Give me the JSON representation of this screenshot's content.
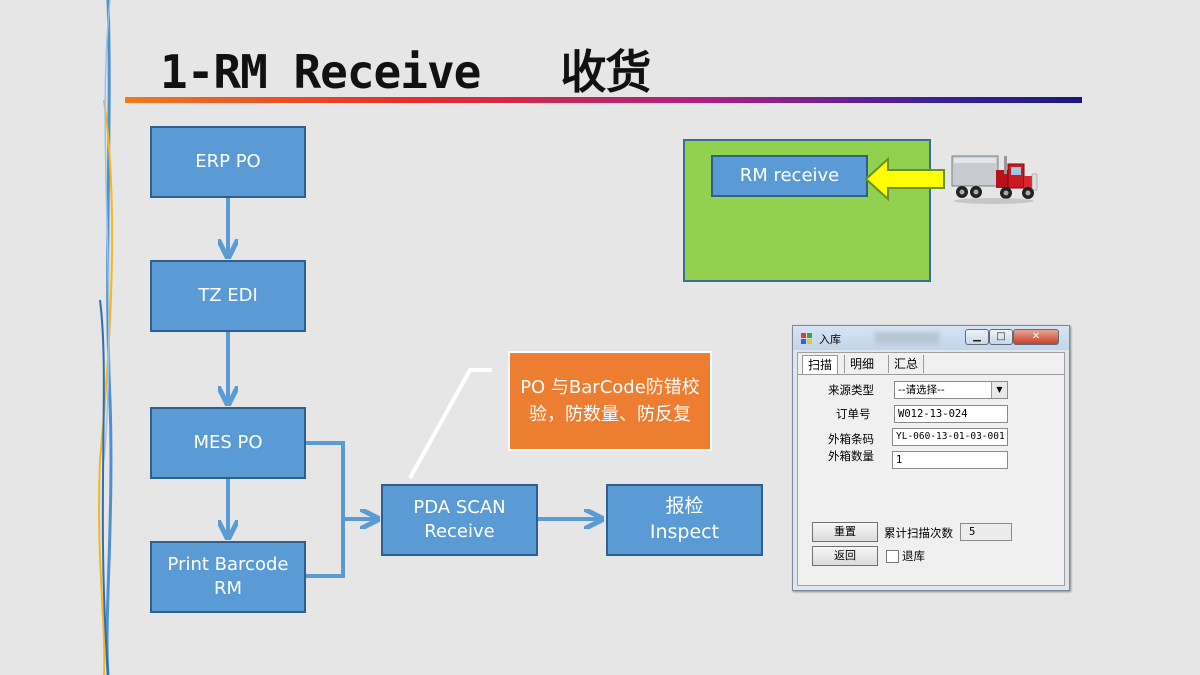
{
  "title": "1-RM Receive   收货",
  "flow": {
    "erp_po": "ERP  PO",
    "tz_edi": "TZ  EDI",
    "mes_po": "MES PO",
    "print_barcode": "Print Barcode\nRM",
    "pda_scan": "PDA SCAN\nReceive",
    "inspect": "报检\nInspect",
    "note": "PO 与BarCode防错校验，防数量、防反复"
  },
  "receive_panel": {
    "label": "RM  receive",
    "truck_icon": "truck-icon"
  },
  "dialog": {
    "title": "入库",
    "tabs": [
      "扫描",
      "明细",
      "汇总"
    ],
    "fields": {
      "source_type_label": "来源类型",
      "source_type_value": "--请选择--",
      "order_no_label": "订单号",
      "order_no_value": "W012-13-024",
      "box_barcode_label": "外箱条码",
      "box_barcode_value": "YL-060-13-01-03-001",
      "box_qty_label": "外箱数量",
      "box_qty_value": "1"
    },
    "reset_label": "重置",
    "scan_count_label": "累计扫描次数",
    "scan_count_value": "5",
    "back_label": "返回",
    "return_label": "退库"
  },
  "colors": {
    "box_fill": "#5b9bd5",
    "note_fill": "#ed7d31",
    "panel_fill": "#92d050",
    "arrow": "#5b9bd5"
  }
}
